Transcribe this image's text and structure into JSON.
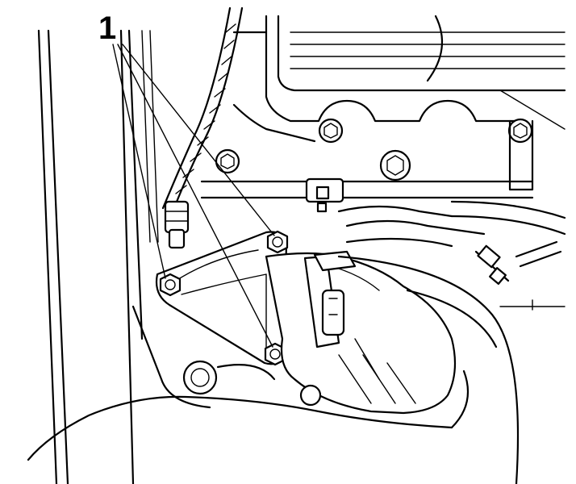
{
  "diagram": {
    "callout_label": "1",
    "callout_targets": 3,
    "ink_color": "#000000",
    "paper_color": "#ffffff",
    "icon": "engine-hose-flange-bolts-illustration"
  }
}
